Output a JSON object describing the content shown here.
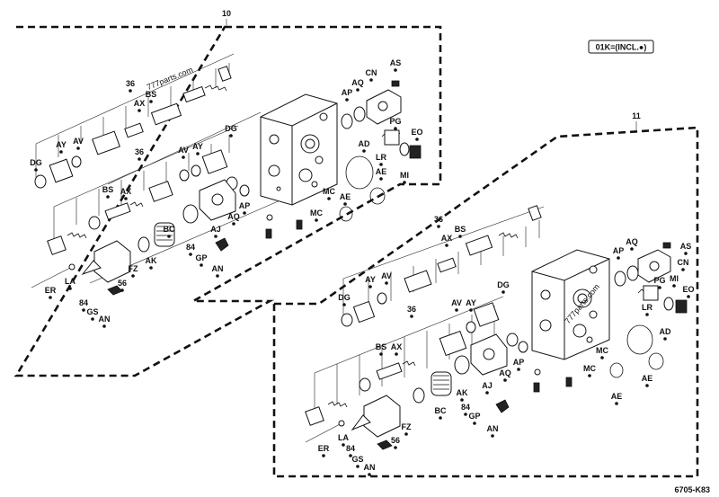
{
  "figure": {
    "note_box": "01K=(INCL.●)",
    "drawing_code": "6705-K83",
    "watermark": "777parts.com"
  },
  "assembly_10": {
    "number": "10",
    "labels": {
      "dg": "DG",
      "ay": "AY",
      "av": "AV",
      "l36a": "36",
      "bs": "BS",
      "ax": "AX",
      "ap": "AP",
      "aq": "AQ",
      "cn": "CN",
      "as": "AS",
      "pg": "PG",
      "eo": "EO",
      "lr": "LR",
      "mi": "MI",
      "ad": "AD",
      "ae": "AE",
      "mc": "MC",
      "mc2": "MC",
      "ae2": "AE",
      "dg2": "DG",
      "av2": "AV",
      "ay2": "AY",
      "l36b": "36",
      "bs2": "BS",
      "ax2": "AX",
      "ap2": "AP",
      "aq2": "AQ",
      "aj": "AJ",
      "l84a": "84",
      "gp": "GP",
      "an": "AN",
      "bc": "BC",
      "ak": "AK",
      "fz": "FZ",
      "l56": "56",
      "la": "LA",
      "er": "ER",
      "l84b": "84",
      "gs": "GS",
      "an2": "AN"
    }
  },
  "assembly_11": {
    "number": "11",
    "labels": {
      "as": "AS",
      "ap": "AP",
      "aq": "AQ",
      "cn": "CN",
      "pg": "PG",
      "eo": "EO",
      "lr": "LR",
      "mi": "MI",
      "l36a": "36",
      "ax": "AX",
      "bs": "BS",
      "dg": "DG",
      "ay": "AY",
      "av": "AV",
      "ad": "AD",
      "mc": "MC",
      "mc2": "MC",
      "ae": "AE",
      "ae2": "AE",
      "l36b": "36",
      "av2": "AV",
      "ay2": "AY",
      "dg2": "DG",
      "bs2": "BS",
      "ax2": "AX",
      "ap2": "AP",
      "aq2": "AQ",
      "aj": "AJ",
      "ak": "AK",
      "bc": "BC",
      "l84a": "84",
      "gp": "GP",
      "an": "AN",
      "fz": "FZ",
      "la": "LA",
      "er": "ER",
      "l56": "56",
      "l84b": "84",
      "gs": "GS",
      "an2": "AN"
    }
  }
}
